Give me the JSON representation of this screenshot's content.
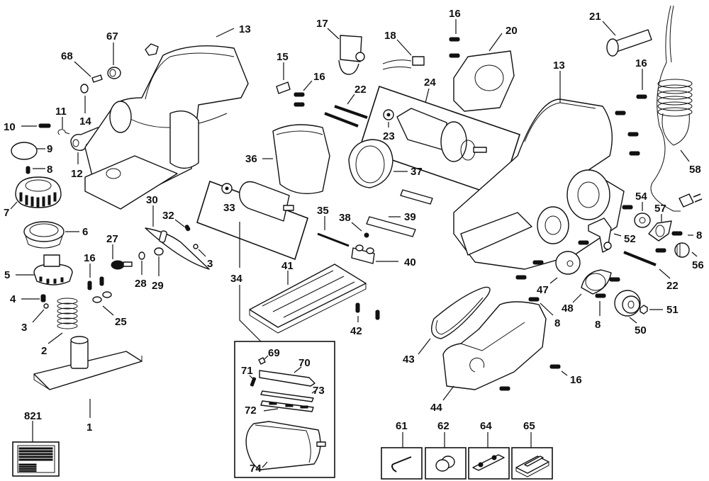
{
  "diagram": {
    "type": "exploded parts diagram",
    "subject": "electric hand planer",
    "colors": {
      "line": "#111111",
      "background": "#ffffff"
    },
    "callouts": {
      "p1": "1",
      "p2": "2",
      "p3a": "3",
      "p3b": "3",
      "p4": "4",
      "p5": "5",
      "p6": "6",
      "p7": "7",
      "p8a": "8",
      "p8b": "8",
      "p8c": "8",
      "p8d": "8",
      "p9": "9",
      "p10": "10",
      "p11": "11",
      "p12": "12",
      "p13a": "13",
      "p13b": "13",
      "p14": "14",
      "p15": "15",
      "p16a": "16",
      "p16b": "16",
      "p16c": "16",
      "p16d": "16",
      "p16e": "16",
      "p17": "17",
      "p18": "18",
      "p20": "20",
      "p21": "21",
      "p22a": "22",
      "p22b": "22",
      "p23": "23",
      "p24": "24",
      "p25": "25",
      "p27": "27",
      "p28": "28",
      "p29": "29",
      "p30": "30",
      "p32": "32",
      "p33": "33",
      "p34": "34",
      "p35": "35",
      "p36": "36",
      "p37": "37",
      "p38": "38",
      "p39": "39",
      "p40": "40",
      "p41": "41",
      "p42": "42",
      "p43": "43",
      "p44": "44",
      "p47": "47",
      "p48": "48",
      "p50": "50",
      "p51": "51",
      "p52": "52",
      "p54": "54",
      "p56": "56",
      "p57": "57",
      "p58": "58",
      "p61": "61",
      "p62": "62",
      "p64": "64",
      "p65": "65",
      "p67": "67",
      "p68": "68",
      "p69": "69",
      "p70": "70",
      "p71": "71",
      "p72": "72",
      "p73": "73",
      "p74": "74",
      "p821": "821"
    },
    "accessory_boxes": [
      {
        "part": "61",
        "icon": "hex-key-icon"
      },
      {
        "part": "62",
        "icon": "dust-adapter-icon"
      },
      {
        "part": "64",
        "icon": "fence-guide-icon"
      },
      {
        "part": "65",
        "icon": "blade-sharpener-icon"
      }
    ],
    "label_box_part": "821"
  }
}
